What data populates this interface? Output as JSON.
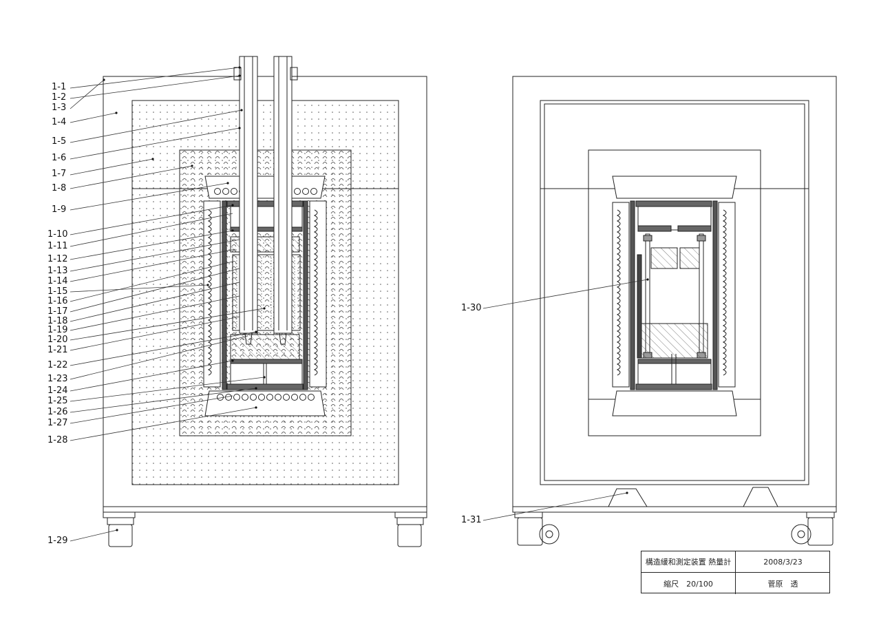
{
  "labels": {
    "left": [
      "1-1",
      "1-2",
      "1-3",
      "1-4",
      "1-5",
      "1-6",
      "1-7",
      "1-8",
      "1-9",
      "1-10",
      "1-11",
      "1-12",
      "1-13",
      "1-14",
      "1-15",
      "1-16",
      "1-17",
      "1-18",
      "1-19",
      "1-20",
      "1-21",
      "1-22",
      "1-23",
      "1-24",
      "1-25",
      "1-26",
      "1-27",
      "1-28",
      "1-29"
    ],
    "right": [
      "1-30",
      "1-31"
    ]
  },
  "title_block": {
    "name": "構造緩和測定装置 熱量計",
    "date": "2008/3/23",
    "scale": "縮尺　20/100",
    "author": "菅原　透"
  }
}
